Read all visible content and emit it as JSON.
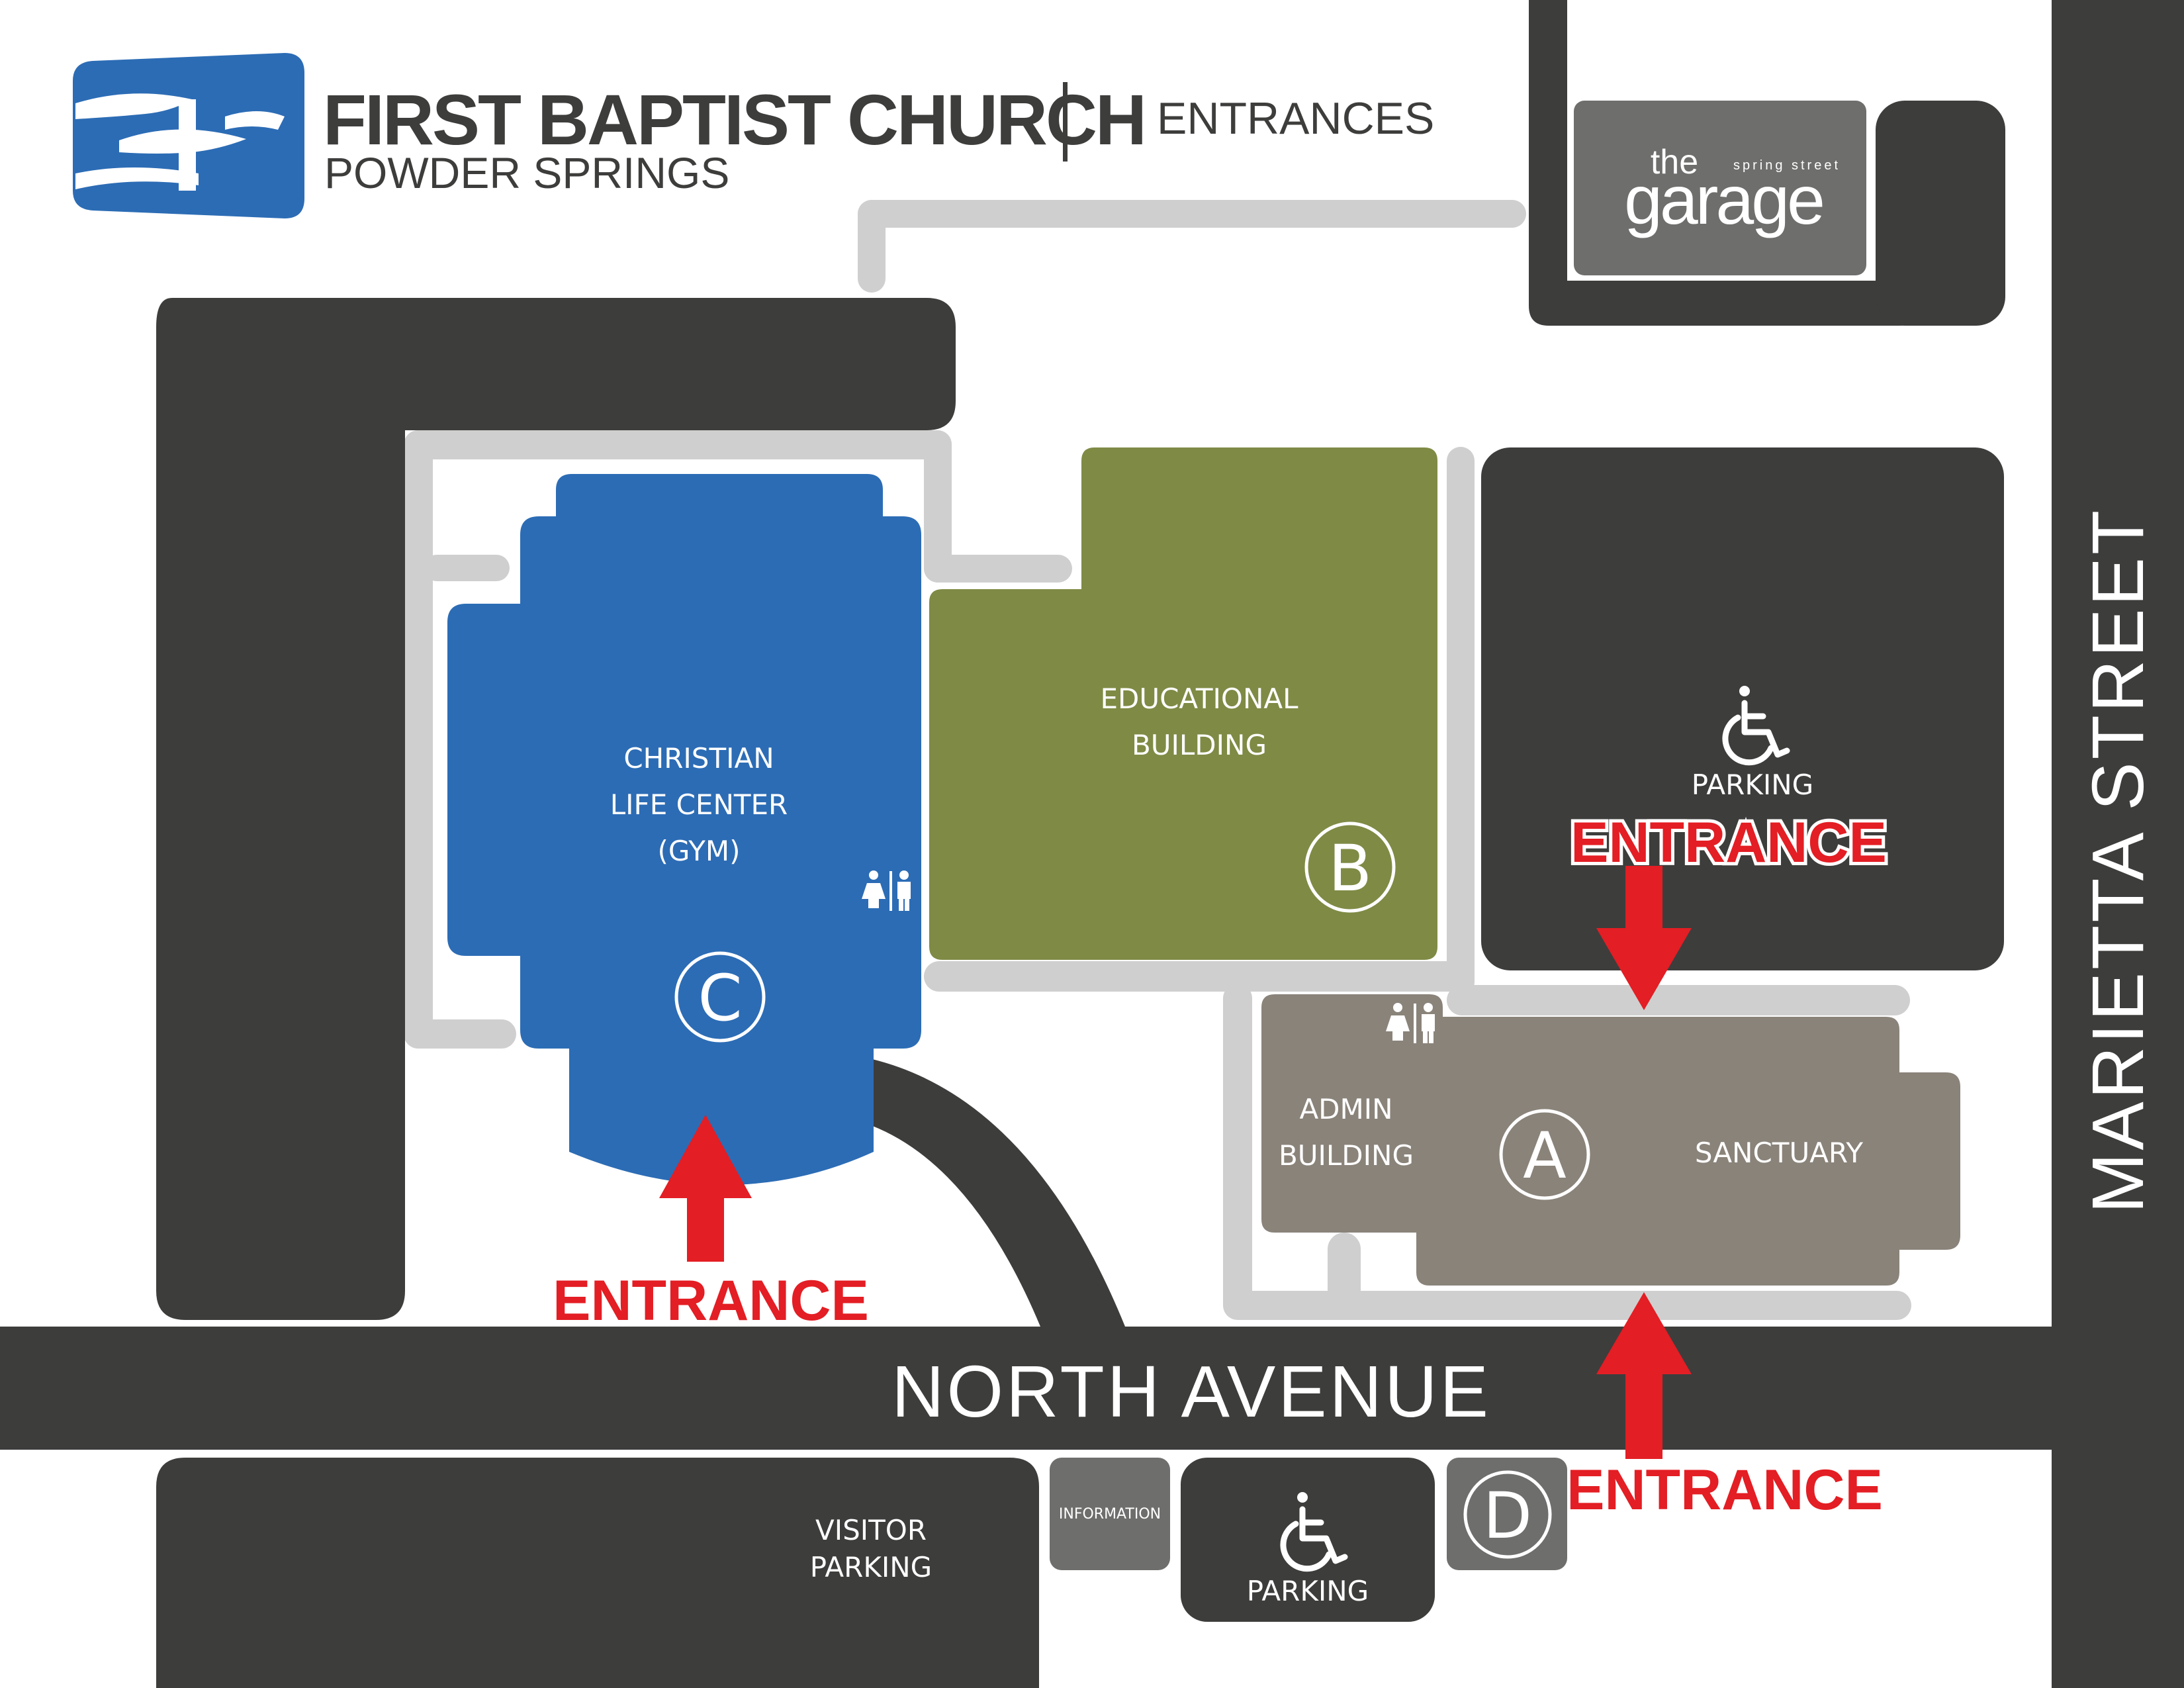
{
  "header": {
    "church_name": "FIRST BAPTIST CHURCH",
    "church_location": "POWDER SPRINGS",
    "map_title": "ENTRANCES"
  },
  "streets": {
    "north_avenue": "NORTH AVENUE",
    "marietta_street": "MARIETTA STREET"
  },
  "buildings": {
    "christian_life_center": {
      "line1": "CHRISTIAN",
      "line2": "LIFE CENTER",
      "line3": "(GYM)",
      "letter": "C",
      "color": "#2c6cb5"
    },
    "educational_building": {
      "line1": "EDUCATIONAL",
      "line2": "BUILDING",
      "letter": "B",
      "color": "#7f8a45"
    },
    "admin_building": {
      "line1": "ADMIN",
      "line2": "BUILDING",
      "color": "#8a837a"
    },
    "sanctuary": {
      "label": "SANCTUARY",
      "letter": "A",
      "color": "#8a837a"
    },
    "building_d": {
      "letter": "D",
      "color": "#6e6e6d"
    },
    "garage": {
      "the": "the",
      "spring_street": "spring street",
      "name": "garage",
      "color": "#6e6e6d"
    }
  },
  "parking": {
    "north_parking": "PARKING",
    "south_parking": "PARKING",
    "visitor_line1": "VISITOR",
    "visitor_line2": "PARKING"
  },
  "information": "INFORMATION",
  "entrances": {
    "gym": "ENTRANCE",
    "north": "ENTRANCE",
    "south": "ENTRANCE"
  },
  "colors": {
    "road": "#3d3d3c",
    "path": "#cfcfcf",
    "entrance_red": "#e31e24",
    "logo_blue": "#2c6cb5"
  },
  "icons": [
    "church-logo-icon",
    "wheelchair-icon",
    "restroom-icon",
    "arrow-up-icon",
    "arrow-down-icon"
  ]
}
